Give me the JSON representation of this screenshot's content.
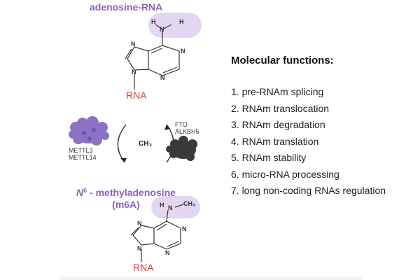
{
  "top_molecule": {
    "title": "adenosine-RNA",
    "atoms": [
      "H",
      "N",
      "H",
      "N",
      "N",
      "N",
      "N"
    ],
    "rna_label": "RNA"
  },
  "bottom_molecule": {
    "title_n": "N",
    "title_sup": "6",
    "title_rest": " - methyladenosine",
    "title_line2": "(m6A)",
    "atoms": [
      "H",
      "N",
      "CH₃",
      "N",
      "N",
      "N",
      "N"
    ],
    "rna_label": "RNA"
  },
  "cycle": {
    "methyl_group": "CH₃",
    "writers": [
      "METTL3",
      "METTL14"
    ],
    "erasers": [
      "FTO",
      "ALKBH5"
    ]
  },
  "functions": {
    "title": "Molecular functions:",
    "items": [
      "1. pre-RNAm splicing",
      "2. RNAm translocation",
      "3. RNAm degradation",
      "4. RNAm translation",
      "5. RNAm stability",
      "6. micro-RNA processing",
      "7. long non-coding RNAs regulation"
    ]
  },
  "colors": {
    "title": "#8b62b5",
    "highlight": "#e3d6f0",
    "rna": "#e03b3b",
    "writer_protein": "#8c72c4",
    "eraser_protein": "#3a3a3a"
  }
}
